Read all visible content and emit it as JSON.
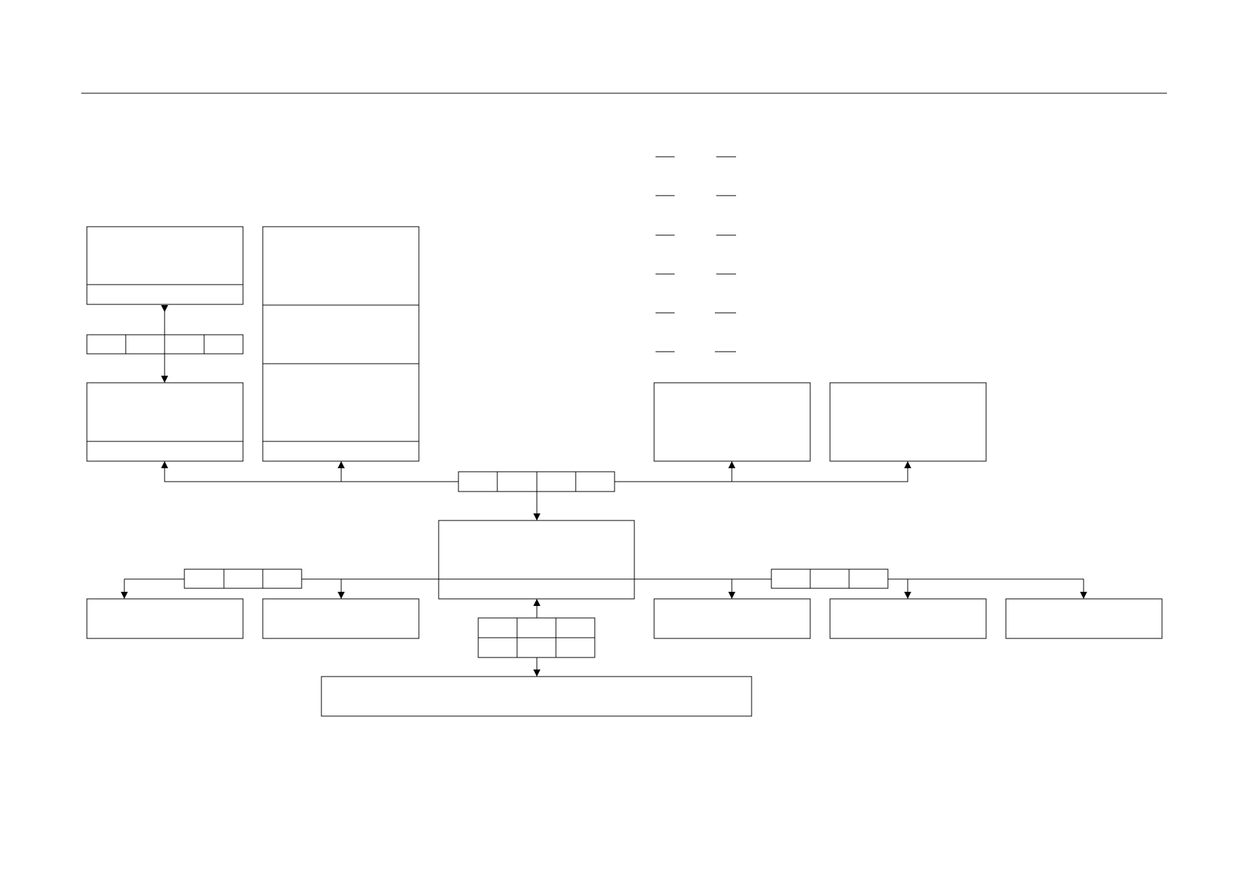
{
  "diagram": {
    "blocks": [
      {
        "id": "top-left-upper",
        "kind": "box-with-footer"
      },
      {
        "id": "top-left-lower",
        "kind": "box-with-footer"
      },
      {
        "id": "tall-middle-left",
        "kind": "box-with-three-sections"
      },
      {
        "id": "upper-right-a",
        "kind": "box"
      },
      {
        "id": "upper-right-b",
        "kind": "box"
      },
      {
        "id": "central",
        "kind": "box-with-footer"
      },
      {
        "id": "bottom-left-a",
        "kind": "box"
      },
      {
        "id": "bottom-left-b",
        "kind": "box"
      },
      {
        "id": "bottom-right-a",
        "kind": "box"
      },
      {
        "id": "bottom-right-b",
        "kind": "box"
      },
      {
        "id": "bottom-right-c",
        "kind": "box"
      },
      {
        "id": "wide-bottom",
        "kind": "box"
      }
    ],
    "connector_tables": [
      {
        "id": "left-link-table",
        "columns": 3,
        "rows": 1
      },
      {
        "id": "hub-table",
        "columns": 4,
        "rows": 1
      },
      {
        "id": "lower-left-table",
        "columns": 3,
        "rows": 1
      },
      {
        "id": "lower-right-table",
        "columns": 3,
        "rows": 1
      },
      {
        "id": "center-grid-table",
        "columns": 3,
        "rows": 2
      }
    ],
    "legend_rows": 6,
    "line_color": "#000000",
    "background_color": "#ffffff"
  }
}
